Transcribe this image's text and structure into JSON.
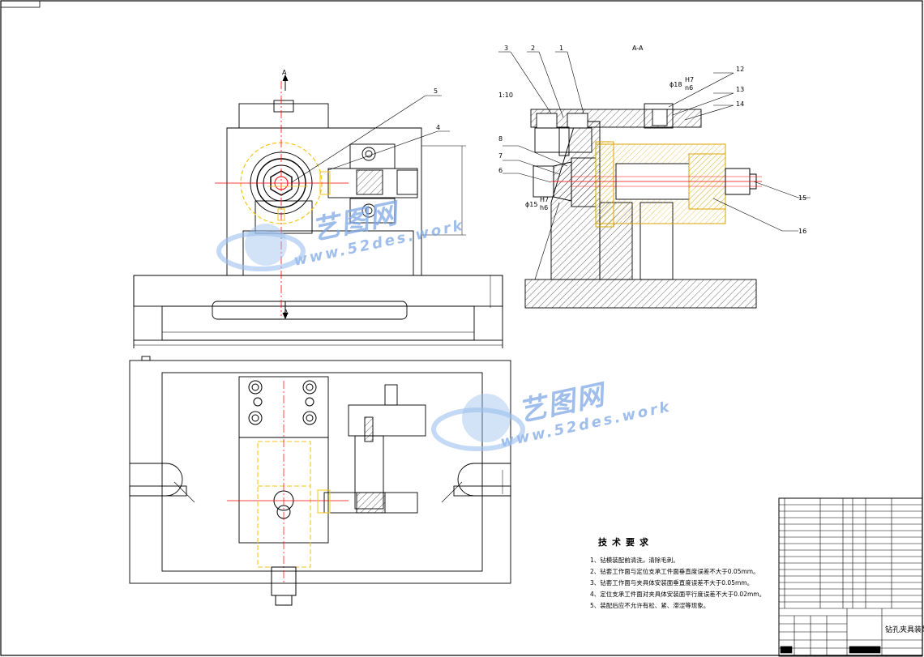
{
  "section_label": "A-A",
  "callouts": {
    "c1": "1",
    "c2": "2",
    "c3": "3",
    "c4": "4",
    "c5": "5",
    "c6": "6",
    "c7": "7",
    "c8": "8",
    "c12": "12",
    "c13": "13",
    "c14": "14",
    "c15": "15",
    "c16": "16"
  },
  "view_labels": {
    "a_top": "A",
    "a_bottom": "A"
  },
  "annotations": {
    "note_scale": "1:10",
    "fit1": "ϕ18",
    "fit1b": "H7",
    "fit1c": "n6",
    "fit2": "ϕ15",
    "fit2b": "H7",
    "fit2c": "h6"
  },
  "tech": {
    "title": "技术要求",
    "items": [
      "1、钻模装配前清洗，清除毛刺。",
      "2、钻套工作面与定位支承工件面垂直度误差不大于0.05mm。",
      "3、钻套工作面与夹具体安装面垂直度误差不大于0.05mm。",
      "4、定位支承工件面对夹具体安装面平行度误差不大于0.02mm。",
      "5、装配后应不允许有松、紧、滞涩等现象。"
    ]
  },
  "title_block": {
    "name": "钻孔夹具装配图"
  },
  "watermark": {
    "cn": "艺图网",
    "url": "www.52des.work"
  },
  "colors": {
    "yellow": "#f5c518",
    "red": "#ff0000",
    "blue_wm": "#7fa9e6"
  }
}
